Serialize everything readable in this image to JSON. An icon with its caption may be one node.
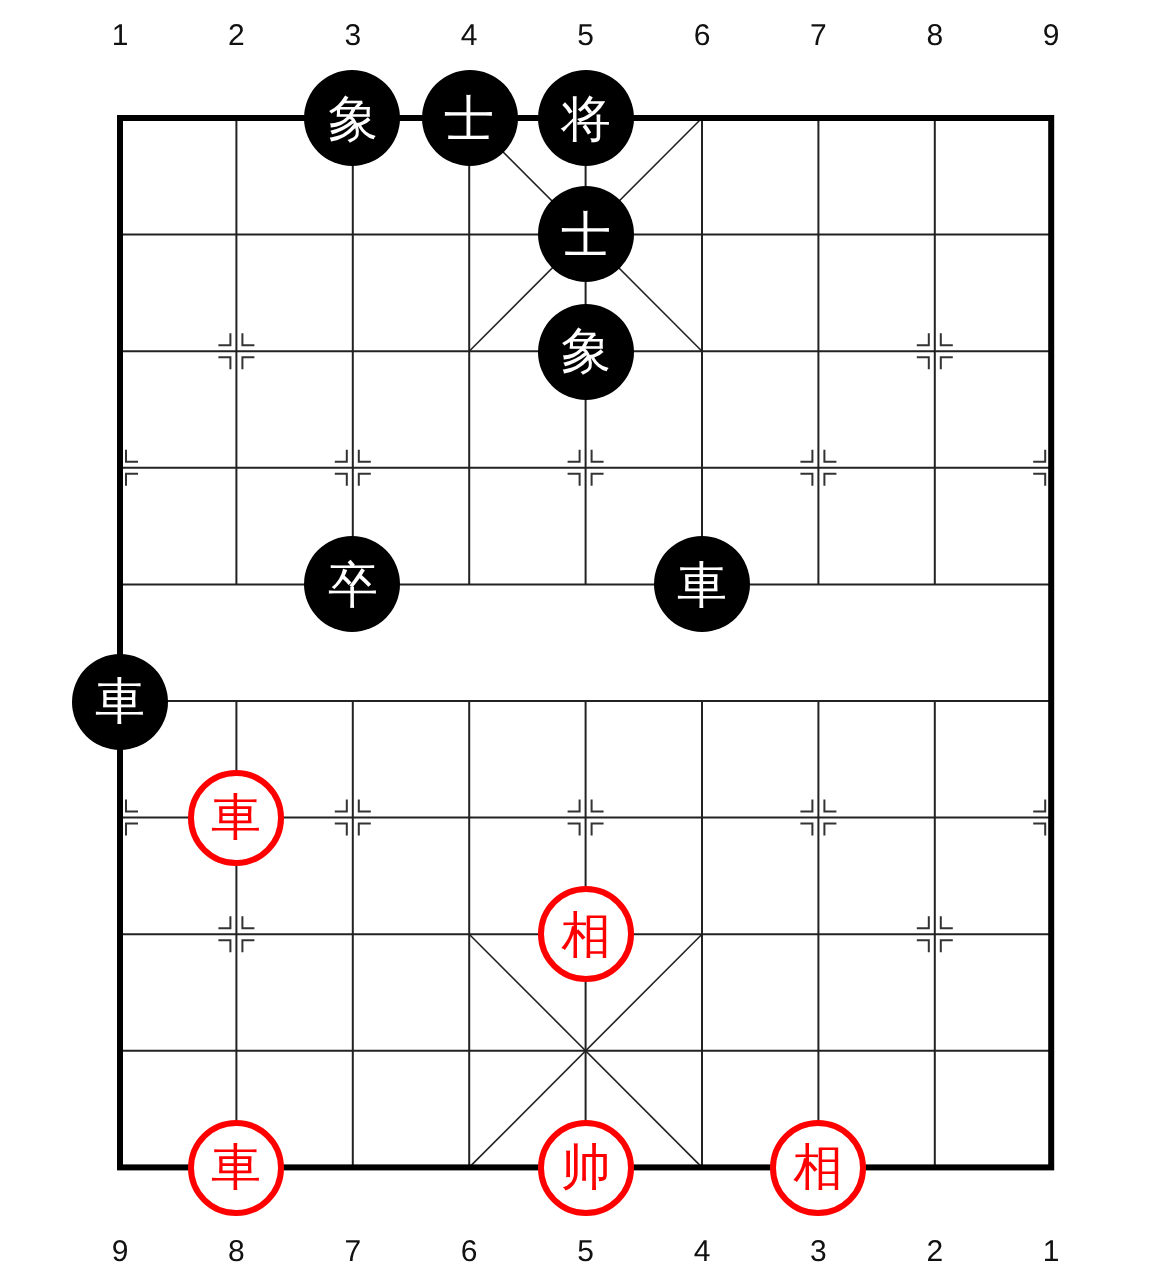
{
  "diagram": {
    "nodes": [
      {
        "text": [
          "象"
        ]
      },
      {
        "text": [
          "士"
        ]
      },
      {
        "text": [
          "将"
        ]
      },
      {
        "text": [
          "士"
        ]
      },
      {
        "text": [
          "象"
        ]
      },
      {
        "text": [
          "卒"
        ]
      },
      {
        "text": [
          "車"
        ]
      },
      {
        "text": [
          "車"
        ]
      },
      {
        "text": [
          "車"
        ]
      },
      {
        "text": [
          "相"
        ]
      },
      {
        "text": [
          "車"
        ]
      },
      {
        "text": [
          "帅"
        ]
      },
      {
        "text": [
          "相"
        ]
      }
    ],
    "labels": [
      "1",
      "2",
      "3",
      "4",
      "5",
      "6",
      "7",
      "8",
      "9",
      "9",
      "8",
      "7",
      "6",
      "5",
      "4",
      "3",
      "2",
      "1"
    ]
  }
}
